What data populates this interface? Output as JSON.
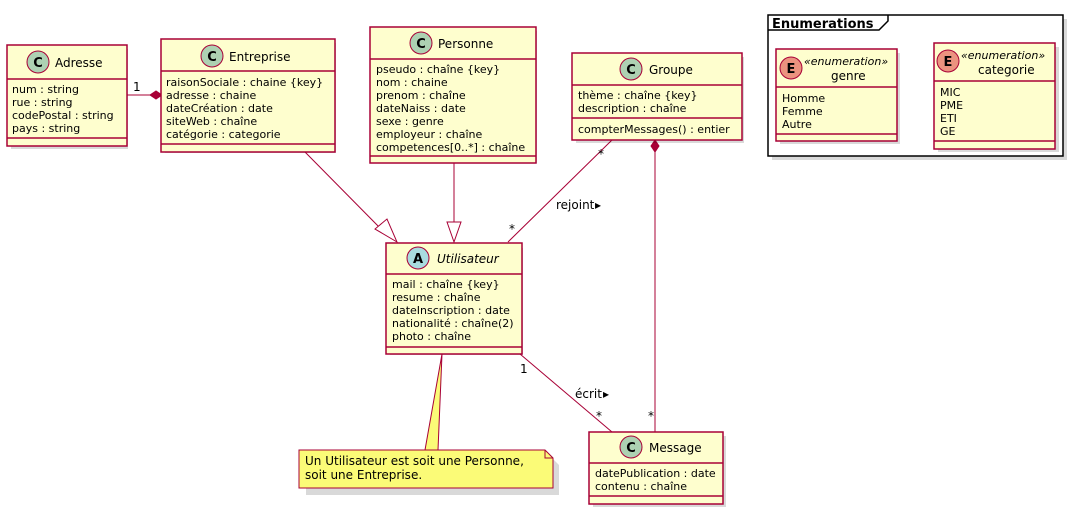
{
  "package": {
    "title": "Enumerations"
  },
  "classes": {
    "adresse": {
      "kind": "C",
      "name": "Adresse",
      "attributes": [
        "num : string",
        "rue : string",
        "codePostal : string",
        "pays : string"
      ],
      "methods": []
    },
    "entreprise": {
      "kind": "C",
      "name": "Entreprise",
      "attributes": [
        "raisonSociale : chaine {key}",
        "adresse : chaine",
        "dateCréation : date",
        "siteWeb : chaîne",
        "catégorie : categorie"
      ],
      "methods": []
    },
    "personne": {
      "kind": "C",
      "name": "Personne",
      "attributes": [
        "pseudo : chaîne {key}",
        "nom : chaine",
        "prenom : chaîne",
        "dateNaiss : date",
        "sexe : genre",
        "employeur : chaîne",
        "competences[0..*] : chaîne"
      ],
      "methods": []
    },
    "groupe": {
      "kind": "C",
      "name": "Groupe",
      "attributes": [
        "thème : chaîne {key}",
        "description : chaîne"
      ],
      "methods": [
        "compterMessages() : entier"
      ]
    },
    "utilisateur": {
      "kind": "A",
      "name": "Utilisateur",
      "attributes": [
        "mail : chaîne {key}",
        "resume : chaîne",
        "dateInscription : date",
        "nationalité : chaîne(2)",
        "photo : chaîne"
      ],
      "methods": []
    },
    "message": {
      "kind": "C",
      "name": "Message",
      "attributes": [
        "datePublication : date",
        "contenu : chaîne"
      ],
      "methods": []
    },
    "genre": {
      "kind": "E",
      "stereotype": "«enumeration»",
      "name": "genre",
      "attributes": [
        "Homme",
        "Femme",
        "Autre"
      ],
      "methods": []
    },
    "categorie": {
      "kind": "E",
      "stereotype": "«enumeration»",
      "name": "categorie",
      "attributes": [
        "MIC",
        "PME",
        "ETI",
        "GE"
      ],
      "methods": []
    }
  },
  "relations": {
    "adresse_entreprise": {
      "source_mult": "1"
    },
    "groupe_utilisateur": {
      "label": "rejoint",
      "arrow": "▸",
      "groupe_mult": "*",
      "utilisateur_mult": "*"
    },
    "utilisateur_message": {
      "label": "écrit",
      "arrow": "▸",
      "utilisateur_mult": "1",
      "message_mult": "*"
    },
    "groupe_message": {
      "message_mult": "*"
    }
  },
  "note": {
    "lines": [
      "Un Utilisateur est soit une Personne,",
      "soit une Entreprise."
    ]
  },
  "colors": {
    "class_fill": "#FEFECE",
    "class_border": "#A80036",
    "circle_class": "#ADD1B2",
    "circle_abstract": "#A9DCDF",
    "circle_enum": "#EB937F",
    "note_fill": "#FBFB77"
  }
}
